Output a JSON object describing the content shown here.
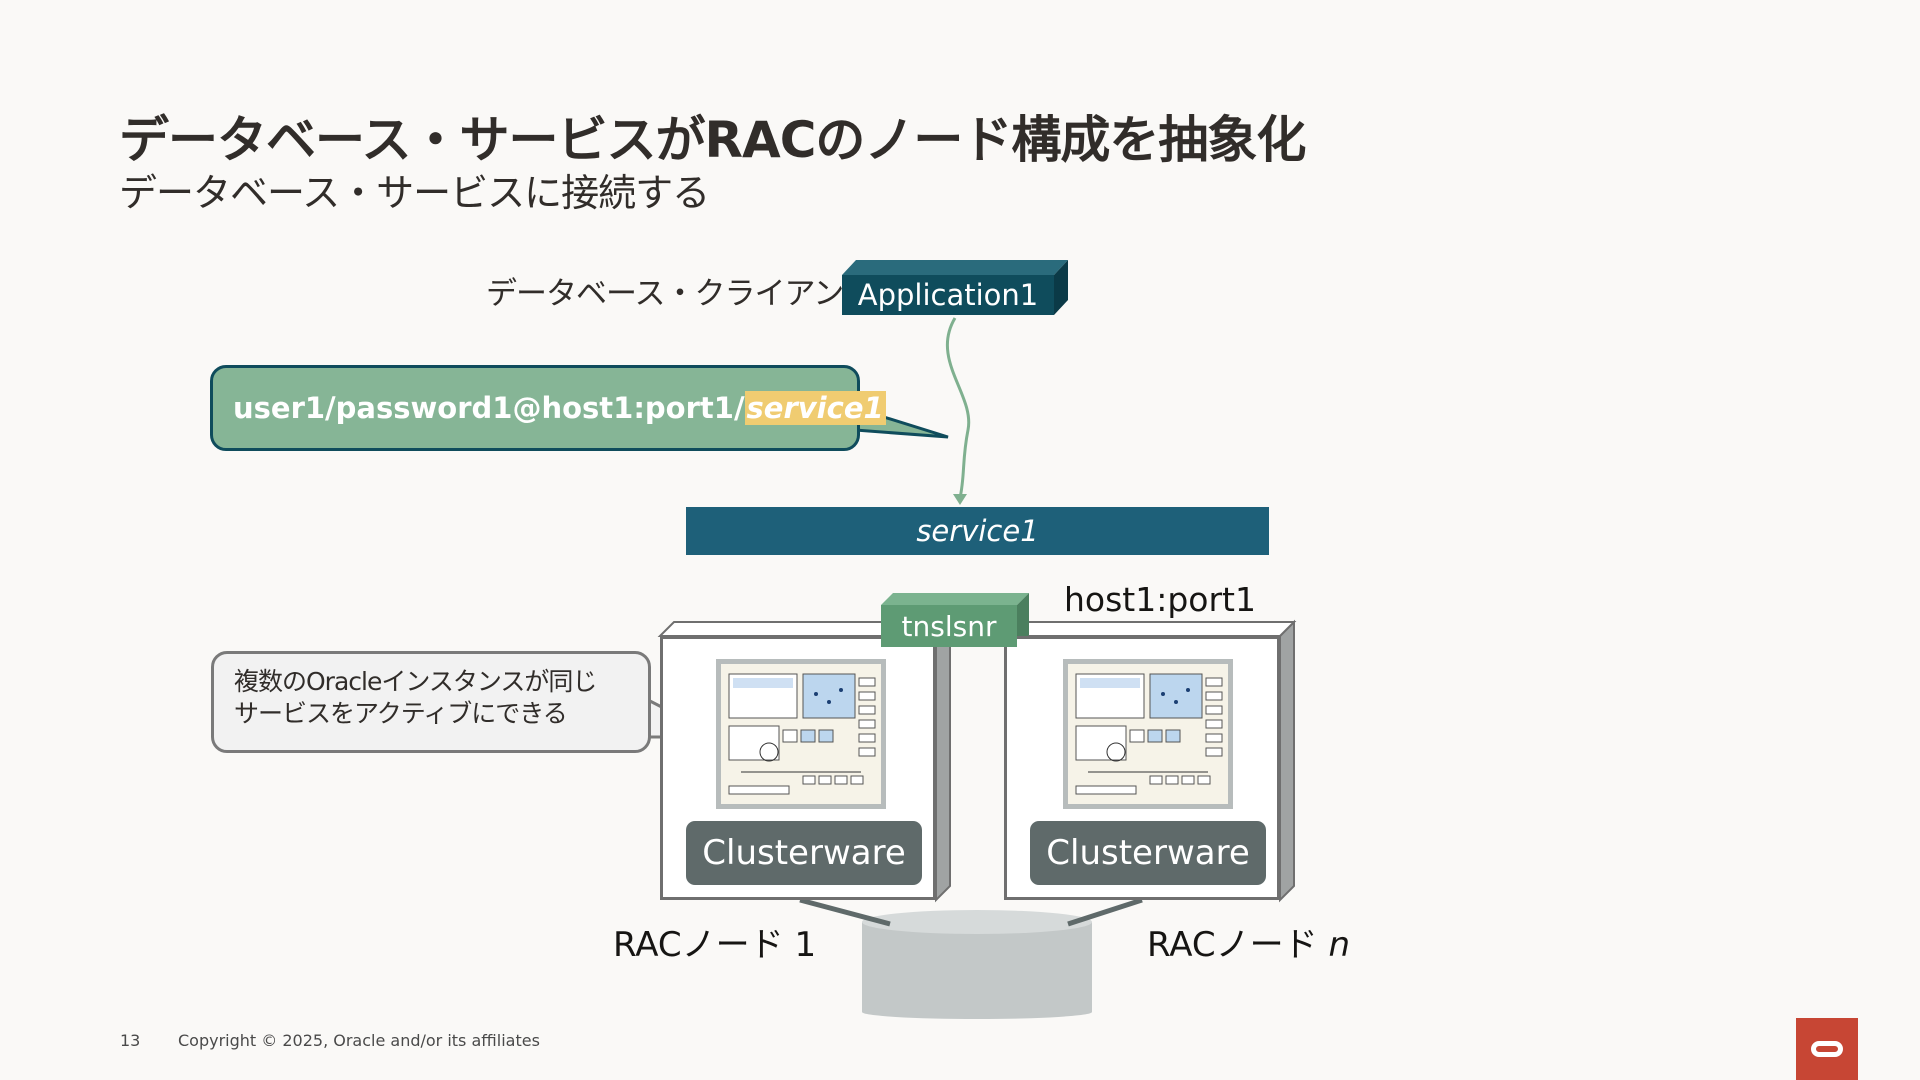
{
  "title": "データベース・サービスがRACのノード構成を抽象化",
  "subtitle": "データベース・サービスに接続する",
  "client_label": "データベース・クライアント",
  "application": "Application1",
  "connection": {
    "prefix": "user1/password1@host1:port1/",
    "service": "service1"
  },
  "service_bar": "service1",
  "host_label": "host1:port1",
  "listener": "tnslsnr",
  "instance_callout": {
    "line1": "複数のOracleインスタンスが同じ",
    "line2": "サービスをアクティブにできる"
  },
  "nodes": [
    {
      "clusterware": "Clusterware",
      "label": "RACノード 1"
    },
    {
      "clusterware": "Clusterware",
      "label_prefix": "RACノード ",
      "label_var": "n"
    }
  ],
  "footer": {
    "page": "13",
    "copyright": "Copyright © 2025, Oracle and/or its affiliates"
  },
  "colors": {
    "app": "#0f4c5c",
    "callout_green": "#86b596",
    "highlight": "#f0cc71",
    "service": "#1e6079",
    "listener": "#5e9b74",
    "clusterware": "#5f6a6a",
    "oracle_red": "#c74634"
  },
  "icons": {
    "logo": "oracle-logo-icon",
    "storage": "database-cylinder-icon"
  }
}
